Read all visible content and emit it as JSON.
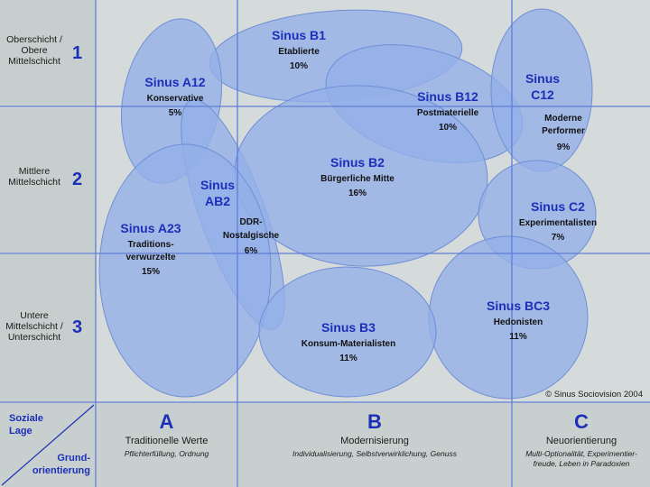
{
  "rows": [
    {
      "label": "Oberschicht / Obere Mittelschicht",
      "lines": [
        "Oberschicht /",
        "Obere",
        "Mittelschicht"
      ],
      "num": "1"
    },
    {
      "label": "Mittlere Mittelschicht",
      "lines": [
        "Mittlere",
        "Mittelschicht"
      ],
      "num": "2"
    },
    {
      "label": "Untere Mittelschicht / Unterschicht",
      "lines": [
        "Untere",
        "Mittelschicht /",
        "Unterschicht"
      ],
      "num": "3"
    }
  ],
  "corner": {
    "top_lines": [
      "Soziale",
      "Lage"
    ],
    "bottom_lines": [
      "Grund-",
      "orientierung"
    ]
  },
  "columns": [
    {
      "letter": "A",
      "title": "Traditionelle Werte",
      "subtitle": "Pflichterfüllung, Ordnung"
    },
    {
      "letter": "B",
      "title": "Modernisierung",
      "subtitle": "Individualisierung, Selbstverwirklichung, Genuss"
    },
    {
      "letter": "C",
      "title": "Neuorientierung",
      "subtitle": "Multi-Optionalität, Experimentier-freude, Leben in Paradoxien"
    }
  ],
  "segments": [
    {
      "id": "B1",
      "name": "Sinus B1",
      "desc": [
        "Etablierte"
      ],
      "pct": "10%"
    },
    {
      "id": "A12",
      "name": "Sinus A12",
      "desc": [
        "Konservative"
      ],
      "pct": "5%"
    },
    {
      "id": "B12",
      "name": "Sinus B12",
      "desc": [
        "Postmaterielle"
      ],
      "pct": "10%"
    },
    {
      "id": "C12",
      "name": "Sinus C12",
      "desc": [
        "Moderne",
        "Performer"
      ],
      "pct": "9%"
    },
    {
      "id": "AB2",
      "name": "Sinus AB2",
      "desc": [
        "DDR-",
        "Nostalgische"
      ],
      "pct": "6%"
    },
    {
      "id": "B2",
      "name": "Sinus B2",
      "desc": [
        "Bürgerliche Mitte"
      ],
      "pct": "16%"
    },
    {
      "id": "A23",
      "name": "Sinus A23",
      "desc": [
        "Traditions-",
        "verwurzelte"
      ],
      "pct": "15%"
    },
    {
      "id": "C2",
      "name": "Sinus C2",
      "desc": [
        "Experimentalisten"
      ],
      "pct": "7%"
    },
    {
      "id": "BC3",
      "name": "Sinus BC3",
      "desc": [
        "Hedonisten"
      ],
      "pct": "11%"
    },
    {
      "id": "B3",
      "name": "Sinus B3",
      "desc": [
        "Konsum-Materialisten"
      ],
      "pct": "11%"
    }
  ],
  "copyright": "© Sinus Sociovision 2004",
  "colors": {
    "bubble": "#93afe9",
    "bubble_stroke": "#6f8fd6",
    "accent": "#1c2fb8",
    "grid": "#5f7ed6"
  }
}
